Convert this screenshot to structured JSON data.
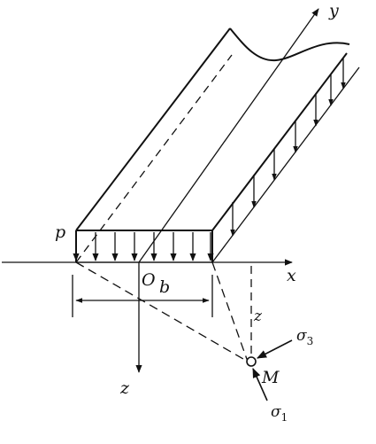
{
  "labels": {
    "load": "p",
    "origin": "O",
    "width": "b",
    "x_axis": "x",
    "y_axis": "y",
    "z_axis": "z",
    "z_depth": "z",
    "point": "M",
    "sigma3": {
      "base": "σ",
      "sub": "3"
    },
    "sigma1": {
      "base": "σ",
      "sub": "1"
    }
  }
}
